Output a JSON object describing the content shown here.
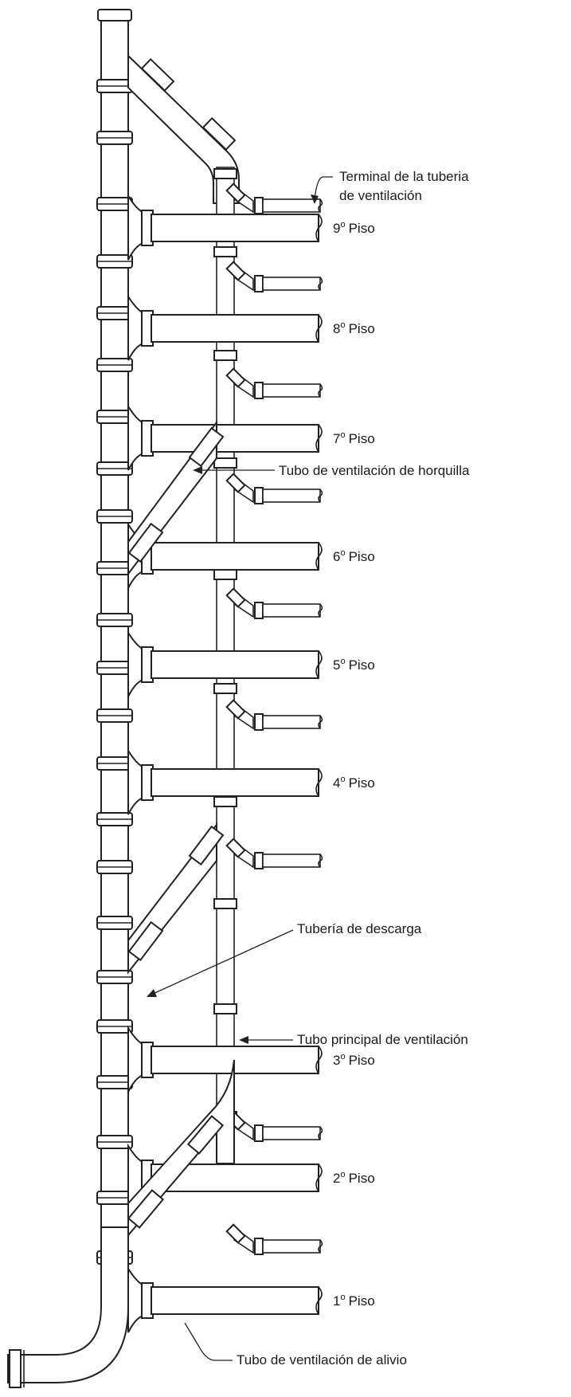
{
  "labels": {
    "terminal_line1": "Terminal de la tuberia",
    "terminal_line2": "de ventilación",
    "yoke_vent": "Tubo de ventilación de horquilla",
    "stack": "Tubería de descarga",
    "main_vent": "Tubo principal de ventilación",
    "relief_vent": "Tubo de ventilación de alivio"
  },
  "floors": [
    {
      "num": "9",
      "sup": "o",
      "word": "Piso"
    },
    {
      "num": "8",
      "sup": "o",
      "word": "Piso"
    },
    {
      "num": "7",
      "sup": "o",
      "word": "Piso"
    },
    {
      "num": "6",
      "sup": "o",
      "word": "Piso"
    },
    {
      "num": "5",
      "sup": "o",
      "word": "Piso"
    },
    {
      "num": "4",
      "sup": "o",
      "word": "Piso"
    },
    {
      "num": "3",
      "sup": "o",
      "word": "Piso"
    },
    {
      "num": "2",
      "sup": "o",
      "word": "Piso"
    },
    {
      "num": "1",
      "sup": "o",
      "word": "Piso"
    }
  ]
}
